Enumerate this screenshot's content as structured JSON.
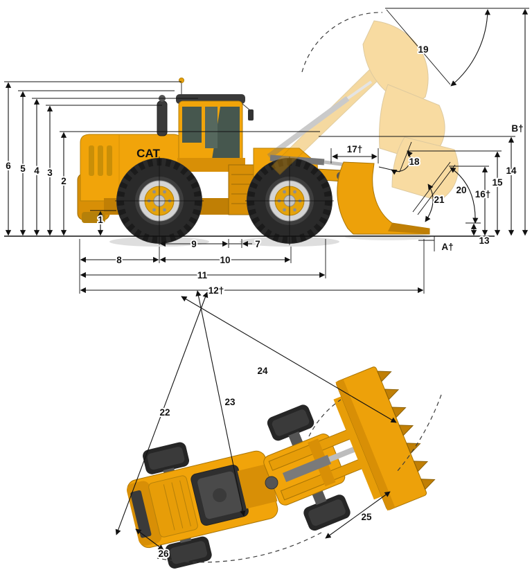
{
  "figure": {
    "machine_logo": "CAT"
  },
  "dimensions": {
    "side": {
      "heights": [
        "1",
        "2",
        "3",
        "4",
        "5",
        "6"
      ],
      "lengths": [
        "7",
        "8",
        "9",
        "10",
        "11",
        "12†"
      ],
      "right": [
        "13",
        "14",
        "15",
        "16†",
        "A†",
        "B†"
      ],
      "angles": [
        "17†",
        "18",
        "19",
        "20",
        "21"
      ]
    },
    "top": {
      "radii": [
        "22",
        "23",
        "24"
      ],
      "widths": [
        "25",
        "26"
      ]
    }
  }
}
